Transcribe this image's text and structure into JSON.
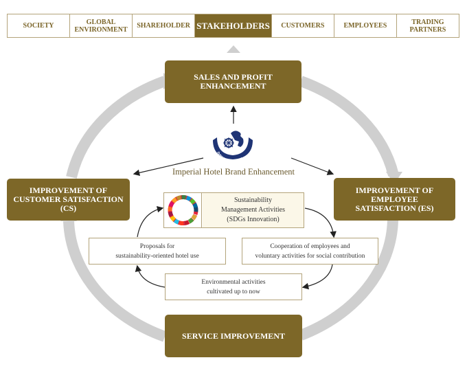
{
  "tabs": [
    {
      "label": "SOCIETY",
      "active": false
    },
    {
      "label": "GLOBAL ENVIRONMENT",
      "active": false
    },
    {
      "label": "SHAREHOLDER",
      "active": false
    },
    {
      "label": "STAKEHOLDERS",
      "active": true
    },
    {
      "label": "CUSTOMERS",
      "active": false
    },
    {
      "label": "EMPLOYEES",
      "active": false
    },
    {
      "label": "TRADING PARTNERS",
      "active": false
    }
  ],
  "cycle": {
    "top": {
      "line1": "SALES AND PROFIT",
      "line2": "ENHANCEMENT"
    },
    "left": {
      "line1": "IMPROVEMENT OF",
      "line2": "CUSTOMER SATISFACTION",
      "line3": "(CS)"
    },
    "right": {
      "line1": "IMPROVEMENT OF",
      "line2": "EMPLOYEE",
      "line3": "SATISFACTION (ES)"
    },
    "bottom": {
      "label": "SERVICE IMPROVEMENT"
    }
  },
  "brand": {
    "label": "Imperial Hotel Brand Enhancement",
    "emblem_text": "IMPERIAL HOTEL"
  },
  "inner": {
    "sdg": {
      "line1": "Sustainability",
      "line2": "Management Activities",
      "line3": "(SDGs Innovation)"
    },
    "right": {
      "line1": "Cooperation of employees and",
      "line2": "voluntary activities for social contribution"
    },
    "bottom": {
      "line1": "Environmental activities",
      "line2": "cultivated up to now"
    },
    "left": {
      "line1": "Proposals for",
      "line2": "sustainability-oriented hotel use"
    }
  },
  "colors": {
    "gold": "#7d6728",
    "ring": "#cfcfcf",
    "border": "#b3a37a"
  }
}
